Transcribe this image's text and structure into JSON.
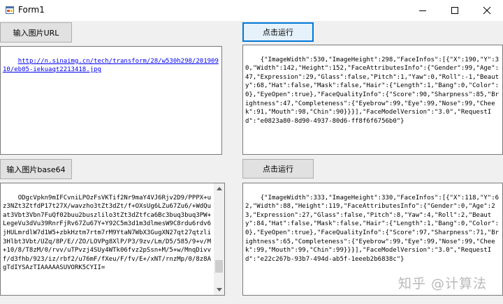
{
  "window": {
    "title": "Form1"
  },
  "buttons": {
    "input_url": "输入图片URL",
    "run_top": "点击运行",
    "input_base64": "输入图片base64",
    "run_bottom": "点击运行"
  },
  "url_box": {
    "value": "http://n.sinaimg.cn/tech/transform/28/w530h298/20190910/eb05-iekuaqt2213418.jpg"
  },
  "result_top": {
    "value": "{\"ImageWidth\":530,\"ImageHeight\":298,\"FaceInfos\":[{\"X\":190,\"Y\":30,\"Width\":142,\"Height\":152,\"FaceAttributesInfo\":{\"Gender\":99,\"Age\":47,\"Expression\":29,\"Glass\":false,\"Pitch\":1,\"Yaw\":0,\"Roll\":-1,\"Beauty\":68,\"Hat\":false,\"Mask\":false,\"Hair\":{\"Length\":1,\"Bang\":0,\"Color\":0},\"EyeOpen\":true},\"FaceQualityInfo\":{\"Score\":90,\"Sharpness\":85,\"Brightness\":47,\"Completeness\":{\"Eyebrow\":99,\"Eye\":99,\"Nose\":99,\"Cheek\":91,\"Mouth\":98,\"Chin\":90}}}],\"FaceModelVersion\":\"3.0\",\"RequestId\":\"e0823a80-8d90-4937-80d6-ff8f6f6756b0\"}"
  },
  "base64_box": {
    "value": "ODgcVpkn9mIFCvniLPOzFsVKTif2Nr9maY4VJ6Rjv2D9/PPPX+uz3NZt3ZtfdP17t27X/wavzho3tZt3dZt/f+OXsUg6LZu67Zu6/+WdQuat3Vbt3Vbn7FuQf02buu2buszlilo3tZt3dZtfca6Bc3buq3buq3PW+LegeVu3dVu39RnrFjRv67Zu67Y+Y92C5m3d1m3dlmesW9C8rdu6rdv6jHULmrdlW7d1W5+zbkHztm7rtm7rM9YtaN7WbX3GugXN27qt27qtzli3Hlbt3Vbt/UZq/8P/E//ZO/LOVPg8XlP/P3/9zv/Lm/D5/585/9+v/M+10/8/T8zM/0/rvv/uTPvzj4SUy4WTk06fvz2pSsn+M/5+w/MnqDivvf/d3fhb/923/iz/rbf2/u76mF/fXeu/F/fv/E+/xNT/rnzMp/0/8z8AgTdIYSAzTIAAAAASUVORK5CYII="
  },
  "result_bottom": {
    "value": "{\"ImageWidth\":333,\"ImageHeight\":330,\"FaceInfos\":[{\"X\":118,\"Y\":62,\"Width\":88,\"Height\":119,\"FaceAttributesInfo\":{\"Gender\":0,\"Age\":23,\"Expression\":27,\"Glass\":false,\"Pitch\":8,\"Yaw\":4,\"Roll\":2,\"Beauty\":84,\"Hat\":false,\"Mask\":false,\"Hair\":{\"Length\":1,\"Bang\":0,\"Color\":0},\"EyeOpen\":true},\"FaceQualityInfo\":{\"Score\":97,\"Sharpness\":71,\"Brightness\":65,\"Completeness\":{\"Eyebrow\":99,\"Eye\":99,\"Nose\":99,\"Cheek\":99,\"Mouth\":99,\"Chin\":99}}}],\"FaceModelVersion\":\"3.0\",\"RequestId\":\"e22c267b-93b7-494d-ab5f-1eeeb2b6838c\"}"
  },
  "watermark": {
    "text": "知乎 @计算法"
  }
}
